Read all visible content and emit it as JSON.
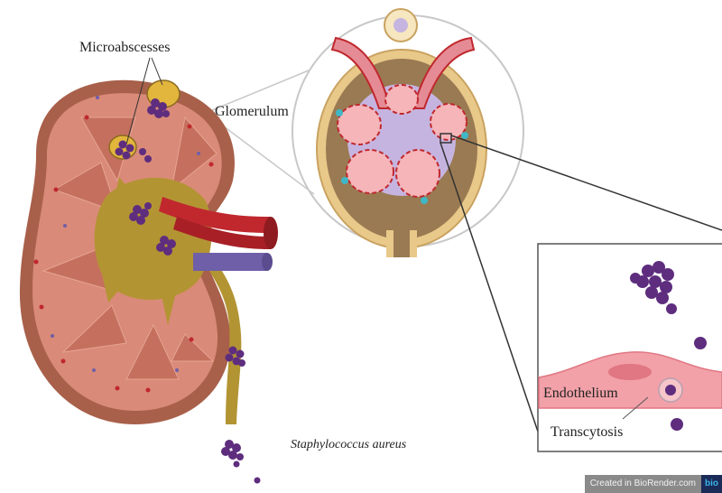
{
  "labels": {
    "microabscesses": "Microabscesses",
    "glomerulum": "Glomerulum",
    "staph": "Staphylococcus aureus",
    "endothelium": "Endothelium",
    "transcytosis": "Transcytosis"
  },
  "badge": {
    "text": "Created in BioRender.com",
    "logo": "bio"
  },
  "colors": {
    "cortex": "#d98a78",
    "capsule": "#a8604a",
    "pelvis": "#b39433",
    "artery": "#c0282e",
    "vein": "#6f5fa8",
    "bacteria": "#5e2d7e",
    "abscess": "#e2b53c",
    "endothelium": "#f2a1a8"
  }
}
